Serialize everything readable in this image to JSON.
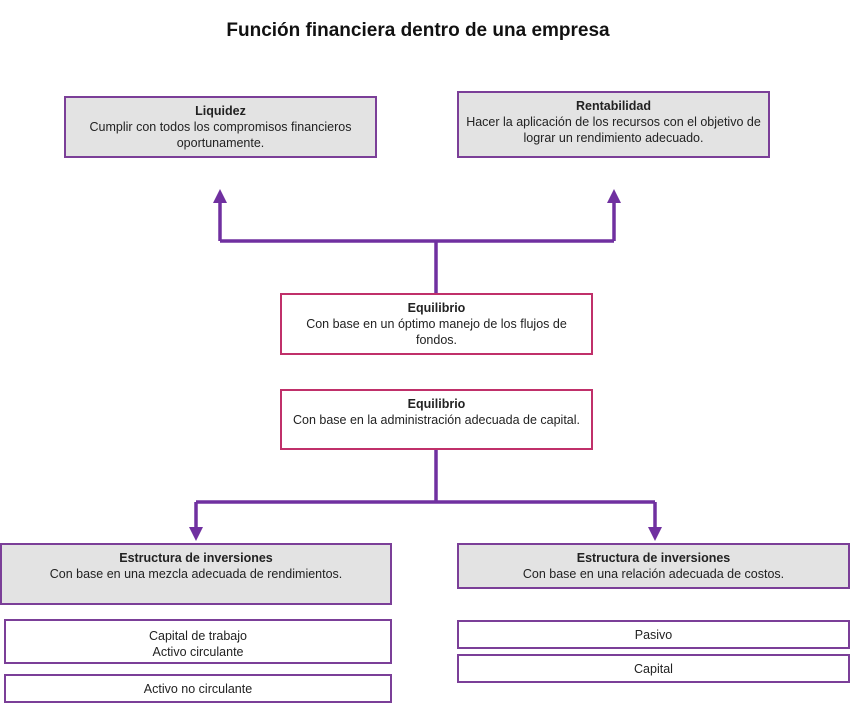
{
  "title": "Función financiera dentro de una empresa",
  "colors": {
    "connector": "#7030a0",
    "box_border": "#7b3f98",
    "equilibrio_border": "#c0306a",
    "gray_fill": "#e3e3e3"
  },
  "liquidez": {
    "heading": "Liquidez",
    "text": "Cumplir con todos los compromisos financieros oportunamente."
  },
  "rentabilidad": {
    "heading": "Rentabilidad",
    "text": "Hacer la aplicación de los recursos con el objetivo de lograr un rendimiento adecuado."
  },
  "equilibrio_flujos": {
    "heading": "Equilibrio",
    "text": "Con base en un óptimo manejo de los flujos de fondos."
  },
  "equilibrio_capital": {
    "heading": "Equilibrio",
    "text": "Con base en la administración adecuada de capital."
  },
  "estructura_rendimientos": {
    "heading": "Estructura de inversiones",
    "text": "Con base en una mezcla adecuada de rendimientos."
  },
  "estructura_costos": {
    "heading": "Estructura de inversiones",
    "text": "Con base en una relación adecuada de costos."
  },
  "left_items": {
    "capital_trabajo": "Capital de trabajo",
    "activo_circulante": "Activo circulante",
    "activo_no_circulante": "Activo no circulante"
  },
  "right_items": {
    "pasivo": "Pasivo",
    "capital": "Capital"
  }
}
